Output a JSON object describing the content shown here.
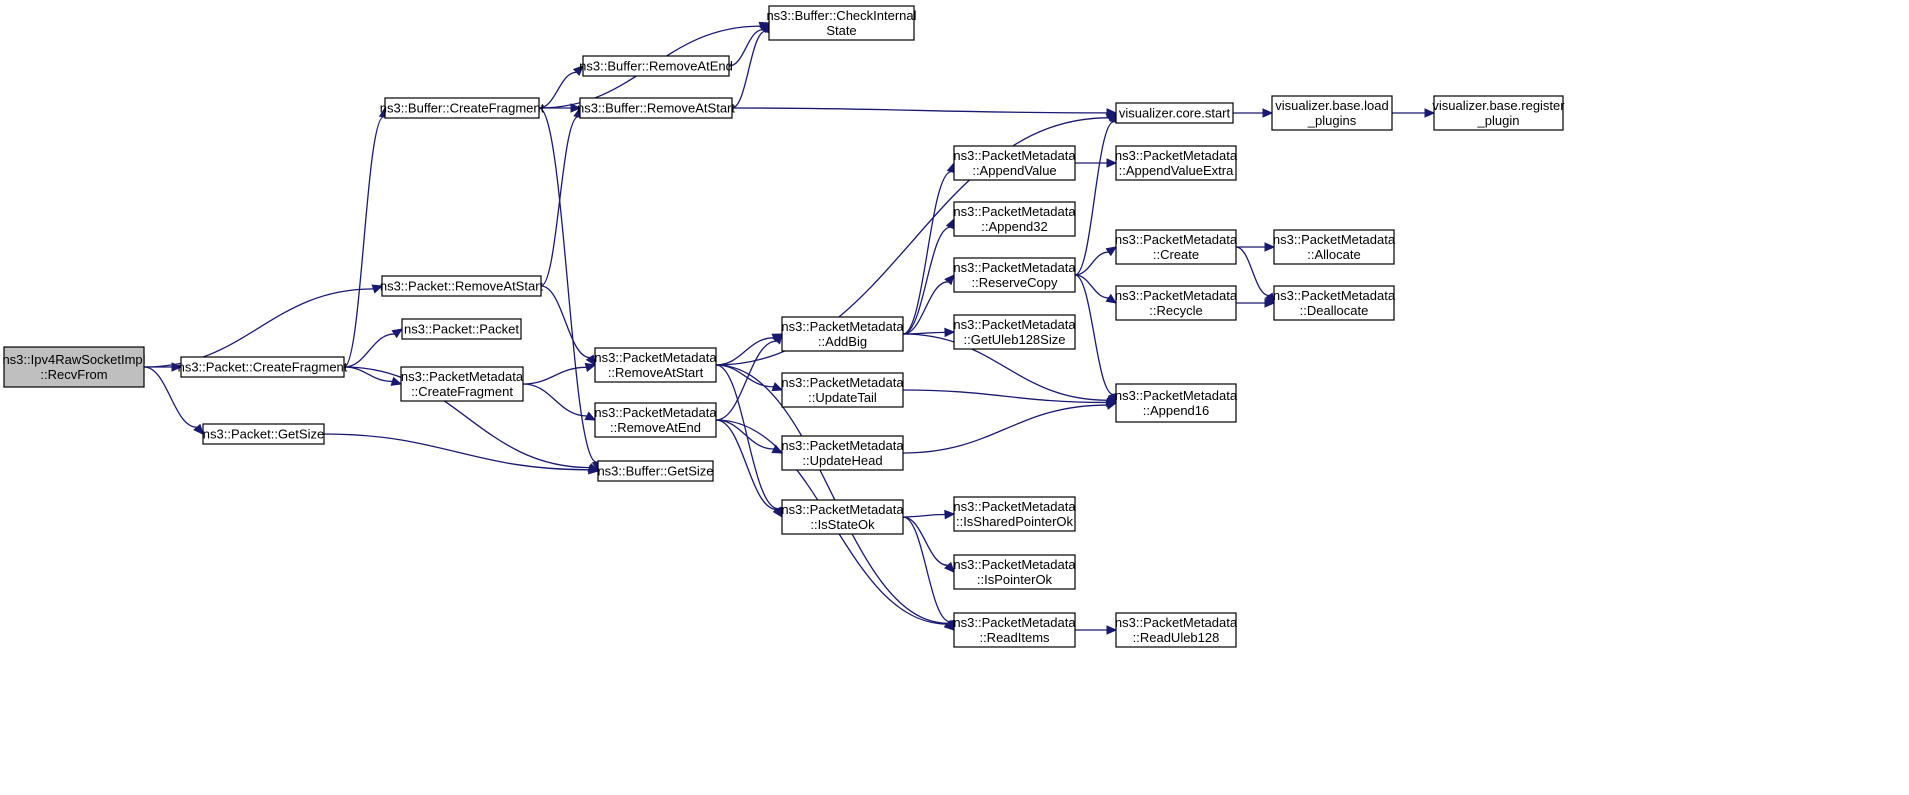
{
  "diagram": {
    "type": "call-graph",
    "colors": {
      "edge": "#191970",
      "root_fill": "#bfbfbf",
      "node_fill": "#ffffff",
      "node_border": "#000000"
    },
    "nodes": [
      {
        "id": "recvfrom",
        "lines": [
          "ns3::Ipv4RawSocketImpl",
          "::RecvFrom"
        ],
        "root": true
      },
      {
        "id": "pkt_createfragment",
        "lines": [
          "ns3::Packet::CreateFragment"
        ]
      },
      {
        "id": "pkt_getsize",
        "lines": [
          "ns3::Packet::GetSize"
        ]
      },
      {
        "id": "pkt_removeatstart",
        "lines": [
          "ns3::Packet::RemoveAtStart"
        ]
      },
      {
        "id": "pkt_packet",
        "lines": [
          "ns3::Packet::Packet"
        ]
      },
      {
        "id": "pm_createfragment",
        "lines": [
          "ns3::PacketMetadata",
          "::CreateFragment"
        ]
      },
      {
        "id": "buf_createfragment",
        "lines": [
          "ns3::Buffer::CreateFragment"
        ]
      },
      {
        "id": "buf_removeatend",
        "lines": [
          "ns3::Buffer::RemoveAtEnd"
        ]
      },
      {
        "id": "buf_removeatstart",
        "lines": [
          "ns3::Buffer::RemoveAtStart"
        ]
      },
      {
        "id": "buf_checkinternalstate",
        "lines": [
          "ns3::Buffer::CheckInternal",
          "State"
        ]
      },
      {
        "id": "buf_getsize",
        "lines": [
          "ns3::Buffer::GetSize"
        ]
      },
      {
        "id": "pm_removeatstart",
        "lines": [
          "ns3::PacketMetadata",
          "::RemoveAtStart"
        ]
      },
      {
        "id": "pm_removeatend",
        "lines": [
          "ns3::PacketMetadata",
          "::RemoveAtEnd"
        ]
      },
      {
        "id": "vis_core_start",
        "lines": [
          "visualizer.core.start"
        ]
      },
      {
        "id": "vis_base_load",
        "lines": [
          "visualizer.base.load",
          "_plugins"
        ]
      },
      {
        "id": "vis_base_register",
        "lines": [
          "visualizer.base.register",
          "_plugin"
        ]
      },
      {
        "id": "pm_addbig",
        "lines": [
          "ns3::PacketMetadata",
          "::AddBig"
        ]
      },
      {
        "id": "pm_updatetail",
        "lines": [
          "ns3::PacketMetadata",
          "::UpdateTail"
        ]
      },
      {
        "id": "pm_updatehead",
        "lines": [
          "ns3::PacketMetadata",
          "::UpdateHead"
        ]
      },
      {
        "id": "pm_isstateok",
        "lines": [
          "ns3::PacketMetadata",
          "::IsStateOk"
        ]
      },
      {
        "id": "pm_appendvalue",
        "lines": [
          "ns3::PacketMetadata",
          "::AppendValue"
        ]
      },
      {
        "id": "pm_append32",
        "lines": [
          "ns3::PacketMetadata",
          "::Append32"
        ]
      },
      {
        "id": "pm_reservecopy",
        "lines": [
          "ns3::PacketMetadata",
          "::ReserveCopy"
        ]
      },
      {
        "id": "pm_getuleb128size",
        "lines": [
          "ns3::PacketMetadata",
          "::GetUleb128Size"
        ]
      },
      {
        "id": "pm_issharedpointerok",
        "lines": [
          "ns3::PacketMetadata",
          "::IsSharedPointerOk"
        ]
      },
      {
        "id": "pm_ispointerok",
        "lines": [
          "ns3::PacketMetadata",
          "::IsPointerOk"
        ]
      },
      {
        "id": "pm_readitems",
        "lines": [
          "ns3::PacketMetadata",
          "::ReadItems"
        ]
      },
      {
        "id": "pm_appendvalueextra",
        "lines": [
          "ns3::PacketMetadata",
          "::AppendValueExtra"
        ]
      },
      {
        "id": "pm_create",
        "lines": [
          "ns3::PacketMetadata",
          "::Create"
        ]
      },
      {
        "id": "pm_recycle",
        "lines": [
          "ns3::PacketMetadata",
          "::Recycle"
        ]
      },
      {
        "id": "pm_append16",
        "lines": [
          "ns3::PacketMetadata",
          "::Append16"
        ]
      },
      {
        "id": "pm_readuleb128",
        "lines": [
          "ns3::PacketMetadata",
          "::ReadUleb128"
        ]
      },
      {
        "id": "pm_allocate",
        "lines": [
          "ns3::PacketMetadata",
          "::Allocate"
        ]
      },
      {
        "id": "pm_deallocate",
        "lines": [
          "ns3::PacketMetadata",
          "::Deallocate"
        ]
      }
    ],
    "edges": [
      [
        "recvfrom",
        "pkt_createfragment"
      ],
      [
        "recvfrom",
        "pkt_getsize"
      ],
      [
        "recvfrom",
        "pkt_removeatstart"
      ],
      [
        "pkt_createfragment",
        "buf_createfragment"
      ],
      [
        "pkt_createfragment",
        "pkt_packet"
      ],
      [
        "pkt_createfragment",
        "pm_createfragment"
      ],
      [
        "pkt_createfragment",
        "buf_getsize"
      ],
      [
        "pkt_getsize",
        "buf_getsize"
      ],
      [
        "pkt_removeatstart",
        "buf_removeatstart"
      ],
      [
        "pkt_removeatstart",
        "pm_removeatstart"
      ],
      [
        "buf_createfragment",
        "buf_checkinternalstate"
      ],
      [
        "buf_createfragment",
        "buf_removeatend"
      ],
      [
        "buf_createfragment",
        "buf_removeatstart"
      ],
      [
        "buf_createfragment",
        "buf_getsize"
      ],
      [
        "buf_removeatend",
        "buf_checkinternalstate"
      ],
      [
        "buf_removeatstart",
        "buf_checkinternalstate"
      ],
      [
        "buf_removeatstart",
        "vis_core_start"
      ],
      [
        "pm_createfragment",
        "pm_removeatstart"
      ],
      [
        "pm_createfragment",
        "pm_removeatend"
      ],
      [
        "pm_removeatstart",
        "vis_core_start"
      ],
      [
        "pm_removeatstart",
        "pm_addbig"
      ],
      [
        "pm_removeatstart",
        "pm_updatetail"
      ],
      [
        "pm_removeatstart",
        "pm_isstateok"
      ],
      [
        "pm_removeatstart",
        "pm_readitems"
      ],
      [
        "pm_removeatend",
        "pm_addbig"
      ],
      [
        "pm_removeatend",
        "pm_updatehead"
      ],
      [
        "pm_removeatend",
        "pm_isstateok"
      ],
      [
        "pm_removeatend",
        "pm_readitems"
      ],
      [
        "pm_addbig",
        "pm_appendvalue"
      ],
      [
        "pm_addbig",
        "pm_append32"
      ],
      [
        "pm_addbig",
        "pm_reservecopy"
      ],
      [
        "pm_addbig",
        "pm_getuleb128size"
      ],
      [
        "pm_addbig",
        "pm_append16"
      ],
      [
        "pm_updatetail",
        "pm_append16"
      ],
      [
        "pm_updatehead",
        "pm_append16"
      ],
      [
        "pm_isstateok",
        "pm_issharedpointerok"
      ],
      [
        "pm_isstateok",
        "pm_ispointerok"
      ],
      [
        "pm_isstateok",
        "pm_readitems"
      ],
      [
        "pm_appendvalue",
        "pm_appendvalueextra"
      ],
      [
        "pm_reservecopy",
        "vis_core_start"
      ],
      [
        "pm_reservecopy",
        "pm_create"
      ],
      [
        "pm_reservecopy",
        "pm_recycle"
      ],
      [
        "pm_reservecopy",
        "pm_append16"
      ],
      [
        "pm_create",
        "pm_allocate"
      ],
      [
        "pm_create",
        "pm_deallocate"
      ],
      [
        "pm_recycle",
        "pm_deallocate"
      ],
      [
        "pm_readitems",
        "pm_readuleb128"
      ],
      [
        "vis_core_start",
        "vis_base_load"
      ],
      [
        "vis_base_load",
        "vis_base_register"
      ]
    ]
  }
}
